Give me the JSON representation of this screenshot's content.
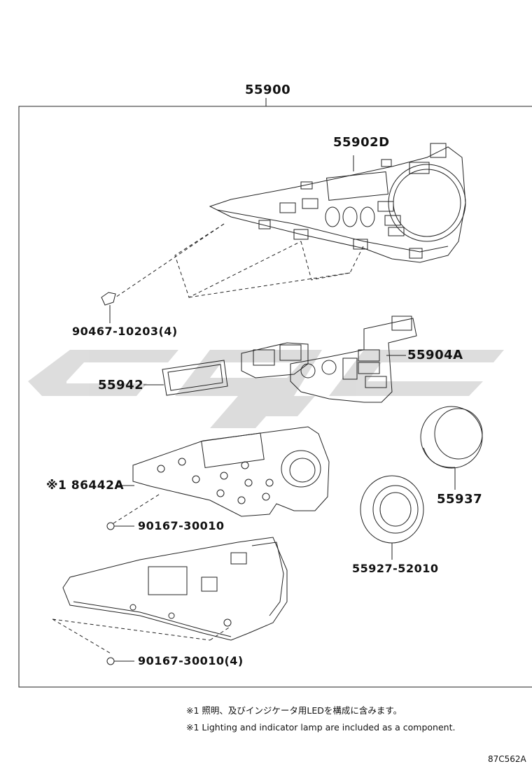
{
  "parts": {
    "assembly": "55900",
    "panel": "55902D",
    "clip": "90467-10203(4)",
    "switch_assy": "55904A",
    "lens": "55942",
    "board": "※1 86442A",
    "screw_a": "90167-30010",
    "knob": "55937",
    "ring": "55927-52010",
    "screw_b": "90167-30010(4)"
  },
  "notes": {
    "jp": "※1 照明、及びインジケータ用LEDを構成に含みます。",
    "en": "※1 Lighting and indicator lamp are included as a component."
  },
  "diagram_code": "87C562A"
}
